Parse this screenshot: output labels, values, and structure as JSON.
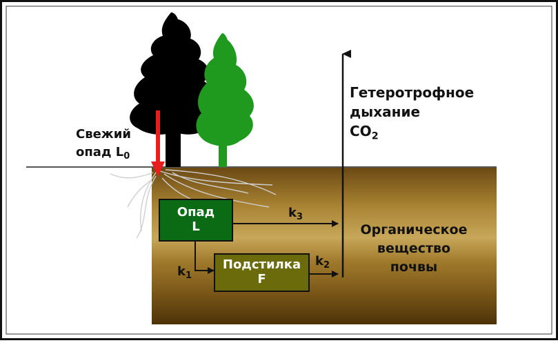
{
  "labels": {
    "fresh_litter_line1": "Свежий",
    "fresh_litter_line2": "опад L",
    "fresh_litter_sub": "0",
    "respiration_line1": "Гетеротрофное",
    "respiration_line2": "дыхание",
    "co2": "CO",
    "co2_sub": "2",
    "organic_line1": "Органическое",
    "organic_line2": "вещество",
    "organic_line3": "почвы"
  },
  "boxes": {
    "litter": {
      "title": "Опад",
      "symbol": "L",
      "fill": "#0b6b15"
    },
    "forest_floor": {
      "title": "Подстилка",
      "symbol": "F",
      "fill": "#6b6b0c"
    }
  },
  "rates": {
    "k1": {
      "letter": "k",
      "index": "1"
    },
    "k2": {
      "letter": "k",
      "index": "2"
    },
    "k3": {
      "letter": "k",
      "index": "3"
    }
  },
  "colors": {
    "soil_light": "#b8943f",
    "soil_dark": "#5a3a0a",
    "input_arrow": "#e81d1d",
    "tree_dark": "#000000",
    "tree_green": "#1f9a1f"
  }
}
